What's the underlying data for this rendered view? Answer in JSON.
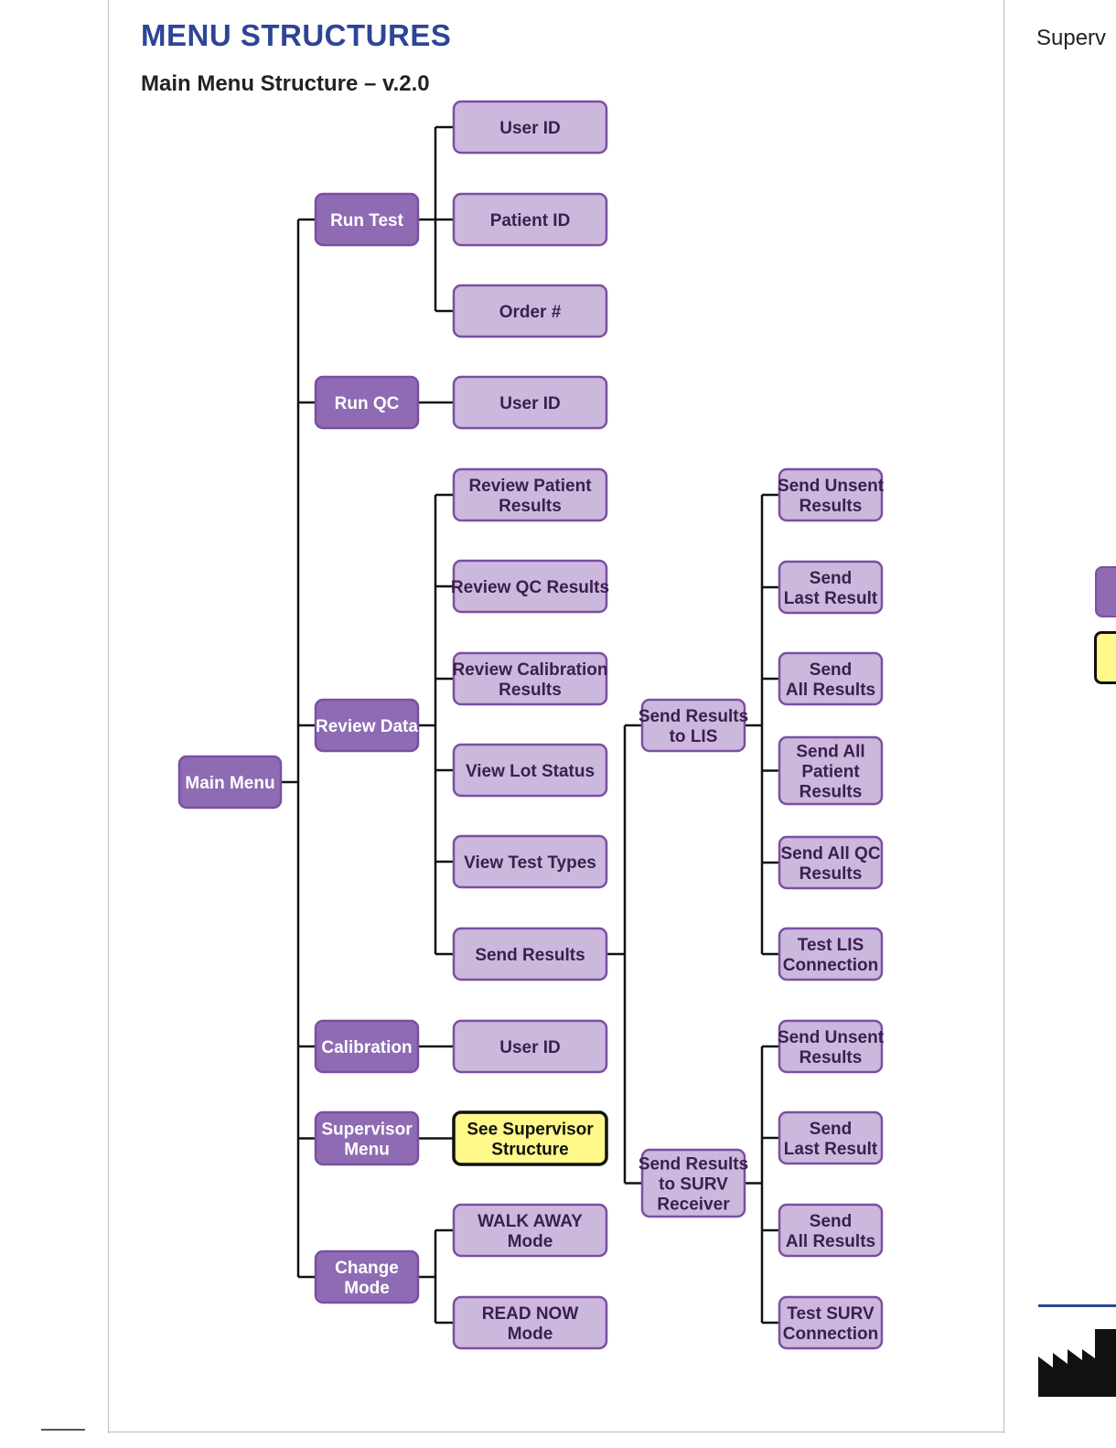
{
  "page": {
    "title": "MENU STRUCTURES",
    "subtitle": "Main Menu Structure – v.2.0",
    "right_heading": "Superv"
  },
  "colors": {
    "dark_box": "#8e6bb3",
    "light_box": "#ccb8dc",
    "box_border": "#7b4fa3",
    "highlight_box": "#fff88a",
    "highlight_border": "#111111",
    "connector": "#111111",
    "title": "#2e4596"
  },
  "diagram": {
    "nodes": {
      "main": {
        "lines": [
          "Main Menu"
        ],
        "style": "dark"
      },
      "runtest": {
        "lines": [
          "Run Test"
        ],
        "style": "dark"
      },
      "runqc": {
        "lines": [
          "Run QC"
        ],
        "style": "dark"
      },
      "review": {
        "lines": [
          "Review Data"
        ],
        "style": "dark"
      },
      "calib": {
        "lines": [
          "Calibration"
        ],
        "style": "dark"
      },
      "superv": {
        "lines": [
          "Supervisor",
          "Menu"
        ],
        "style": "dark"
      },
      "change": {
        "lines": [
          "Change",
          "Mode"
        ],
        "style": "dark"
      },
      "uid1": {
        "lines": [
          "User ID"
        ],
        "style": "light"
      },
      "pid": {
        "lines": [
          "Patient ID"
        ],
        "style": "light"
      },
      "order": {
        "lines": [
          "Order #"
        ],
        "style": "light"
      },
      "uid2": {
        "lines": [
          "User ID"
        ],
        "style": "light"
      },
      "rpr": {
        "lines": [
          "Review Patient",
          "Results"
        ],
        "style": "light"
      },
      "rqc": {
        "lines": [
          "Review QC Results"
        ],
        "style": "light"
      },
      "rcal": {
        "lines": [
          "Review Calibration",
          "Results"
        ],
        "style": "light"
      },
      "vls": {
        "lines": [
          "View Lot Status"
        ],
        "style": "light"
      },
      "vtt": {
        "lines": [
          "View Test Types"
        ],
        "style": "light"
      },
      "sr": {
        "lines": [
          "Send Results"
        ],
        "style": "light"
      },
      "uid3": {
        "lines": [
          "User ID"
        ],
        "style": "light"
      },
      "seesup": {
        "lines": [
          "See Supervisor",
          "Structure"
        ],
        "style": "highlight"
      },
      "walk": {
        "lines": [
          "WALK AWAY",
          "Mode"
        ],
        "style": "light"
      },
      "readnow": {
        "lines": [
          "READ NOW",
          "Mode"
        ],
        "style": "light"
      },
      "lis": {
        "lines": [
          "Send Results",
          "to LIS"
        ],
        "style": "light"
      },
      "surv": {
        "lines": [
          "Send Results",
          "to SURV",
          "Receiver"
        ],
        "style": "light"
      },
      "l1": {
        "lines": [
          "Send Unsent",
          "Results"
        ],
        "style": "light"
      },
      "l2": {
        "lines": [
          "Send",
          "Last Result"
        ],
        "style": "light"
      },
      "l3": {
        "lines": [
          "Send",
          "All Results"
        ],
        "style": "light"
      },
      "l4": {
        "lines": [
          "Send All",
          "Patient",
          "Results"
        ],
        "style": "light"
      },
      "l5": {
        "lines": [
          "Send All QC",
          "Results"
        ],
        "style": "light"
      },
      "l6": {
        "lines": [
          "Test LIS",
          "Connection"
        ],
        "style": "light"
      },
      "s1": {
        "lines": [
          "Send Unsent",
          "Results"
        ],
        "style": "light"
      },
      "s2": {
        "lines": [
          "Send",
          "Last Result"
        ],
        "style": "light"
      },
      "s3": {
        "lines": [
          "Send",
          "All Results"
        ],
        "style": "light"
      },
      "s4": {
        "lines": [
          "Test SURV",
          "Connection"
        ],
        "style": "light"
      }
    },
    "edges": [
      [
        "main",
        [
          "runtest",
          "runqc",
          "review",
          "calib",
          "superv",
          "change"
        ]
      ],
      [
        "runtest",
        [
          "uid1",
          "pid",
          "order"
        ]
      ],
      [
        "runqc",
        [
          "uid2"
        ]
      ],
      [
        "review",
        [
          "rpr",
          "rqc",
          "rcal",
          "vls",
          "vtt",
          "sr"
        ]
      ],
      [
        "calib",
        [
          "uid3"
        ]
      ],
      [
        "superv",
        [
          "seesup"
        ]
      ],
      [
        "change",
        [
          "walk",
          "readnow"
        ]
      ],
      [
        "sr",
        [
          "lis",
          "surv"
        ]
      ],
      [
        "lis",
        [
          "l1",
          "l2",
          "l3",
          "l4",
          "l5",
          "l6"
        ]
      ],
      [
        "surv",
        [
          "s1",
          "s2",
          "s3",
          "s4"
        ]
      ]
    ]
  }
}
